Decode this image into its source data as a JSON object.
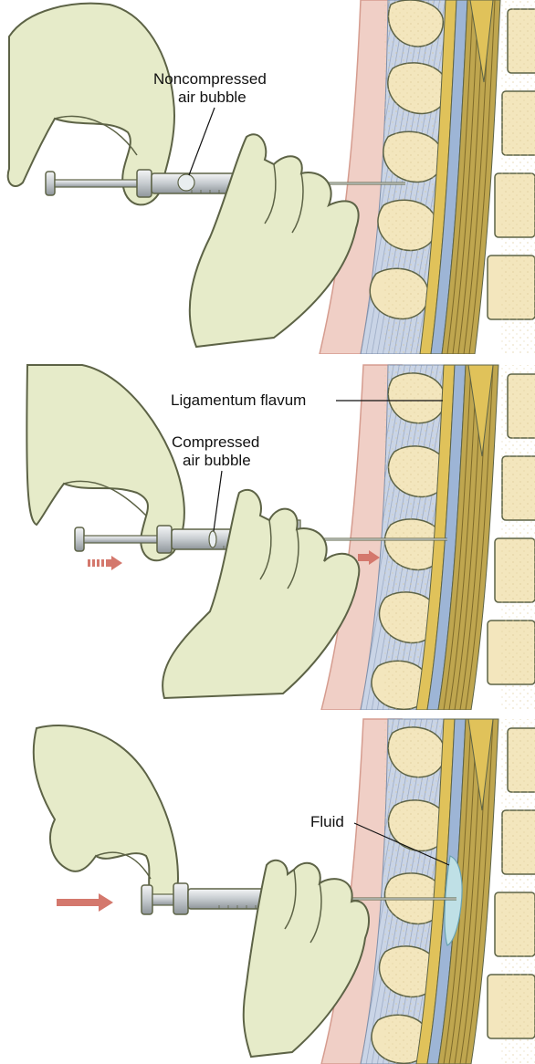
{
  "panels": [
    {
      "label_1": "Noncompressed",
      "label_2": "air bubble"
    },
    {
      "label_ligament": "Ligamentum flavum",
      "label_1": "Compressed",
      "label_2": "air bubble"
    },
    {
      "label_1": "Fluid"
    }
  ],
  "colors": {
    "glove": "#e6ebc9",
    "glove_outline": "#5d6346",
    "skin": "#f0cfc6",
    "skin_outline": "#d59c8f",
    "vertebra": "#f3e6bd",
    "ligament_blue": "#c8d3e6",
    "spinal_cord": "#bfa64f",
    "dura_yellow": "#e0c25a",
    "syringe": "#cfd3d6",
    "arrow": "#d4786d",
    "fluid": "#bfe0e6"
  }
}
